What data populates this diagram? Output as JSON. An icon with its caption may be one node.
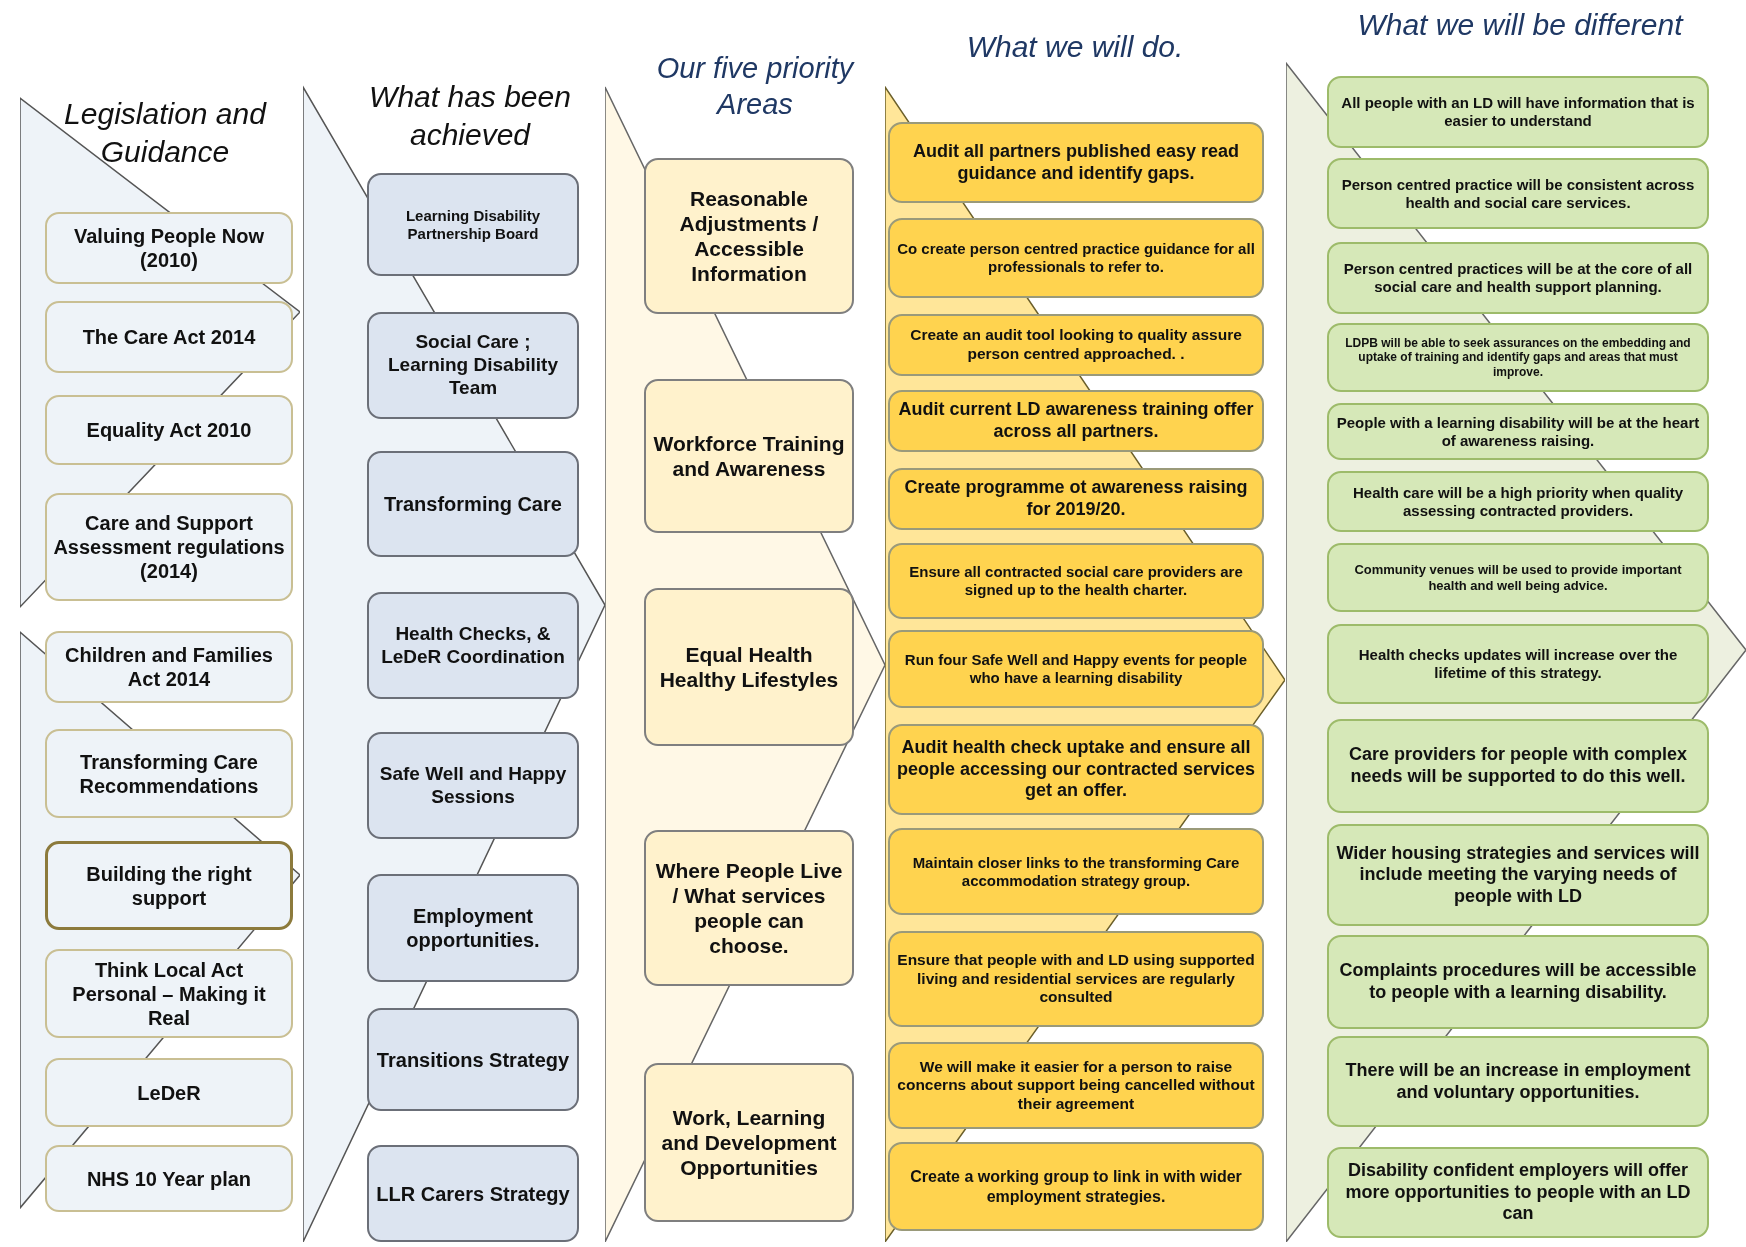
{
  "diagram": {
    "nodes": [
      {
        "text": [
          "Legislation and Guidance"
        ]
      },
      {
        "text": [
          "Valuing People Now (2010)"
        ],
        "in": 0
      },
      {
        "text": [
          "The Care Act 2014"
        ],
        "in": 0
      },
      {
        "text": [
          "Equality Act 2010"
        ],
        "in": 0
      },
      {
        "text": [
          "Care and Support Assessment regulations (2014)"
        ],
        "in": 0
      },
      {
        "text": [
          "Children and Families Act 2014"
        ],
        "in": 0
      },
      {
        "text": [
          "Transforming Care Recommendations"
        ],
        "in": 0
      },
      {
        "text": [
          "Building the right support"
        ],
        "in": 0
      },
      {
        "text": [
          "Think Local Act Personal – Making it Real"
        ],
        "in": 0
      },
      {
        "text": [
          "LeDeR"
        ],
        "in": 0
      },
      {
        "text": [
          "NHS 10 Year plan"
        ],
        "in": 0
      },
      {
        "text": [
          "What has been achieved"
        ]
      },
      {
        "text": [
          "Learning Disability Partnership Board"
        ],
        "in": 11
      },
      {
        "text": [
          "Social Care ; Learning Disability Team"
        ],
        "in": 11
      },
      {
        "text": [
          "Transforming Care"
        ],
        "in": 11
      },
      {
        "text": [
          "Health Checks, & LeDeR Coordination"
        ],
        "in": 11
      },
      {
        "text": [
          "Safe Well and Happy Sessions"
        ],
        "in": 11
      },
      {
        "text": [
          "Employment opportunities."
        ],
        "in": 11
      },
      {
        "text": [
          "Transitions Strategy"
        ],
        "in": 11
      },
      {
        "text": [
          "LLR Carers Strategy"
        ],
        "in": 11
      },
      {
        "text": [
          "Our five priority Areas"
        ]
      },
      {
        "text": [
          "Reasonable Adjustments / Accessible Information"
        ],
        "in": 20
      },
      {
        "text": [
          "Workforce Training and Awareness"
        ],
        "in": 20
      },
      {
        "text": [
          "Equal Health Healthy Lifestyles"
        ],
        "in": 20
      },
      {
        "text": [
          "Where People Live / What services people can choose."
        ],
        "in": 20
      },
      {
        "text": [
          "Work, Learning and Development Opportunities"
        ],
        "in": 20
      },
      {
        "text": [
          "What we will do."
        ]
      },
      {
        "text": [
          "Audit all partners published easy read guidance and identify gaps."
        ],
        "in": 26
      },
      {
        "text": [
          "Co create person centred practice guidance for all professionals to refer to."
        ],
        "in": 26
      },
      {
        "text": [
          "Create an audit tool looking to quality assure person centred approached. ."
        ],
        "in": 26
      },
      {
        "text": [
          "Audit current LD awareness training offer across all partners."
        ],
        "in": 26
      },
      {
        "text": [
          "Create programme ot awareness raising for 2019/20."
        ],
        "in": 26
      },
      {
        "text": [
          "Ensure all contracted social care providers are signed up to the health charter."
        ],
        "in": 26
      },
      {
        "text": [
          "Run four Safe Well and Happy events for people who have a learning disability"
        ],
        "in": 26
      },
      {
        "text": [
          "Audit health check uptake and ensure all people accessing our contracted services get an offer."
        ],
        "in": 26
      },
      {
        "text": [
          "Maintain closer links to the transforming Care accommodation strategy group."
        ],
        "in": 26
      },
      {
        "text": [
          "Ensure that people with and LD using supported living and residential services are regularly consulted"
        ],
        "in": 26
      },
      {
        "text": [
          "We will make it easier for a person to raise concerns about support being cancelled without their agreement"
        ],
        "in": 26
      },
      {
        "text": [
          "Create a working group to link in with wider employment strategies."
        ],
        "in": 26
      },
      {
        "text": [
          "What we will be different"
        ]
      },
      {
        "text": [
          "All people with an LD will have information that is easier to understand"
        ],
        "in": 39
      },
      {
        "text": [
          "Person centred practice will be consistent across health and social care services."
        ],
        "in": 39
      },
      {
        "text": [
          "Person centred practices will be at the core of all social care and health support planning."
        ],
        "in": 39
      },
      {
        "text": [
          "LDPB will be able to seek assurances on the embedding and uptake of training and identify gaps and areas that must improve."
        ],
        "in": 39
      },
      {
        "text": [
          "People with a learning disability will be at the heart of awareness raising."
        ],
        "in": 39
      },
      {
        "text": [
          "Health care will be a high priority when quality assessing contracted providers."
        ],
        "in": 39
      },
      {
        "text": [
          "Community venues will be used to provide important health and well being advice."
        ],
        "in": 39
      },
      {
        "text": [
          "Health checks updates will increase over the lifetime of this strategy."
        ],
        "in": 39
      },
      {
        "text": [
          "Care providers for people with complex needs will be supported to do this well."
        ],
        "in": 39
      },
      {
        "text": [
          "Wider housing strategies and services will include meeting the varying needs of people with LD"
        ],
        "in": 39
      },
      {
        "text": [
          "Complaints procedures will be accessible to people with a learning disability."
        ],
        "in": 39
      },
      {
        "text": [
          "There will be an increase in employment and voluntary opportunities."
        ],
        "in": 39
      },
      {
        "text": [
          "Disability confident employers will offer more opportunities to people with an LD can"
        ],
        "in": 39
      }
    ]
  }
}
